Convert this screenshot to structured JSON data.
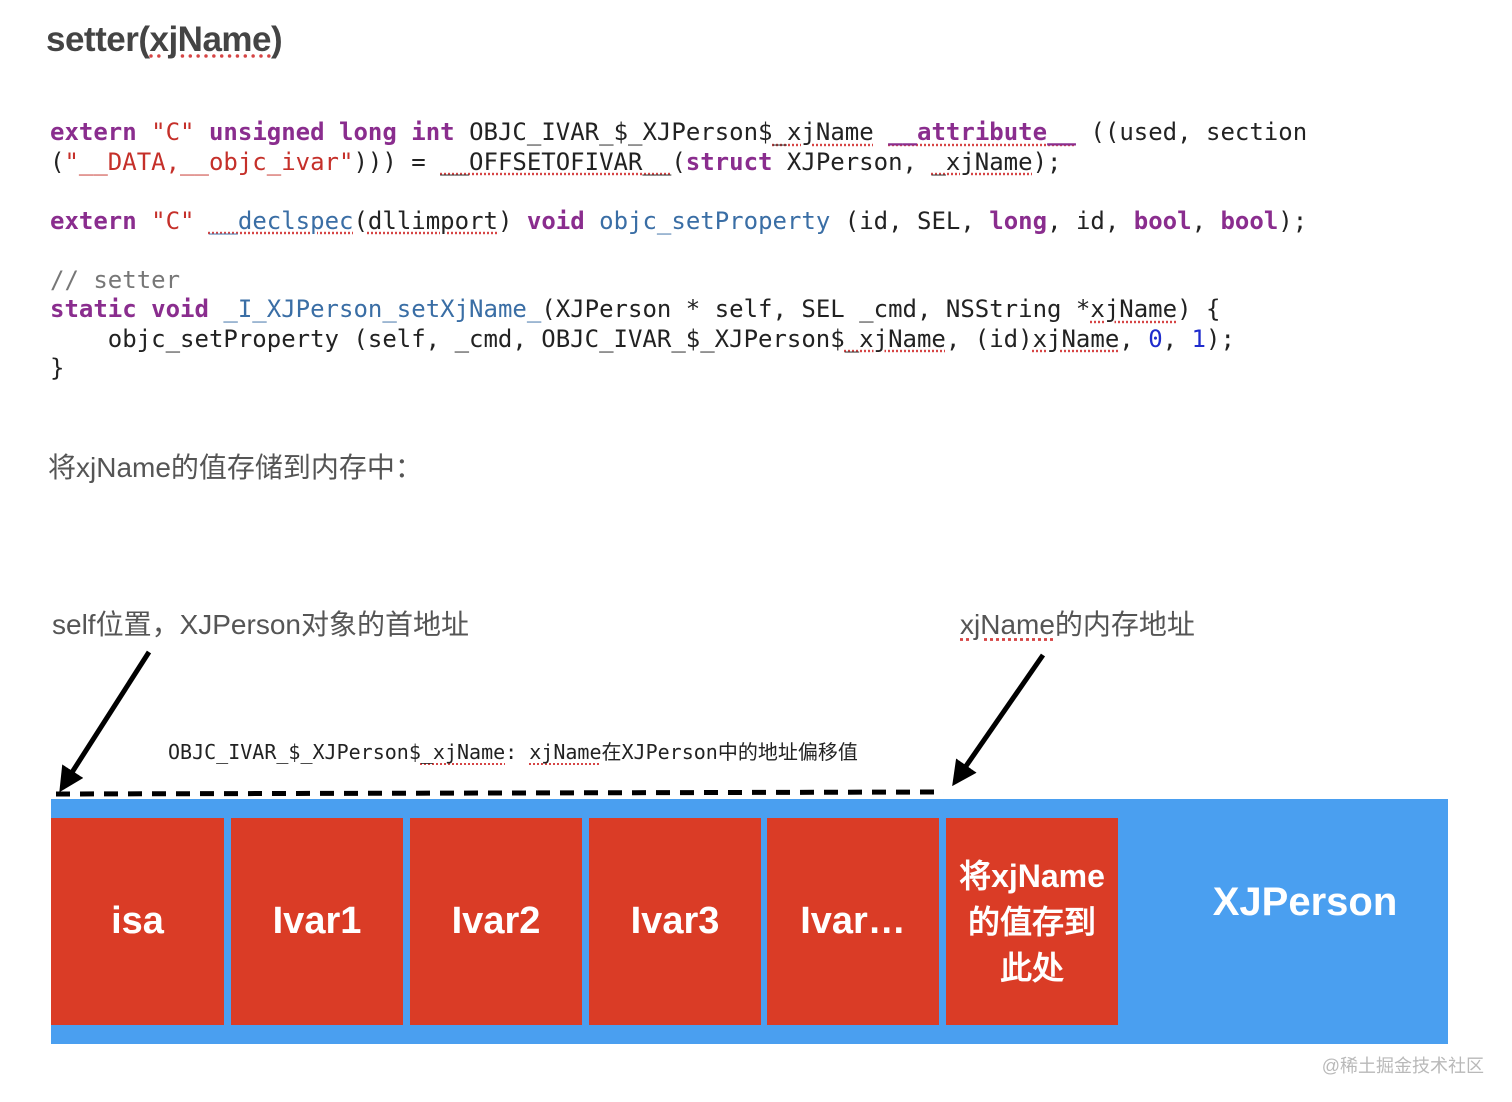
{
  "title": {
    "prefix": "setter(",
    "name": "xjName",
    "suffix": ")"
  },
  "code": {
    "l1": {
      "extern": "extern",
      "c": "\"C\"",
      "unsigned": "unsigned",
      "long": "long",
      "int": "int",
      "ivar": " OBJC_IVAR_$_XJPerson$",
      "ivarName": "_xjName",
      "attr": "__attribute__",
      "rest": " ((used, section"
    },
    "l2": {
      "open": "(",
      "str": "\"__DATA,__objc_ivar\"",
      "close": "))) = ",
      "macro": "__OFFSETOFIVAR__",
      "p": "(",
      "struct": "struct",
      "args": " XJPerson, ",
      "argName": "_xjName",
      "end": ");"
    },
    "l3": {
      "extern": "extern",
      "c": "\"C\"",
      "declspec": "__declspec",
      "p1": "(",
      "dll": "dllimport",
      "p2": ") ",
      "void": "void",
      "fn": "objc_setProperty",
      "a1": " (id, SEL, ",
      "long": "long",
      "a2": ", id, ",
      "bool1": "bool",
      "a3": ", ",
      "bool2": "bool",
      "end": ");"
    },
    "l4": "// setter",
    "l5": {
      "static": "static",
      "void": "void",
      "fn": "_I_XJPerson_setXjName_",
      "a1": "(XJPerson * self, SEL _cmd, NSString *",
      "argName": "xjName",
      "end": ") {"
    },
    "l6": {
      "call": "    objc_setProperty (self, _cmd, OBJC_IVAR_$_XJPerson$",
      "ivarName": "_xjName",
      "mid": ", (id)",
      "argName": "xjName",
      "sep1": ", ",
      "zero": "0",
      "sep2": ", ",
      "one": "1",
      "end": ");"
    },
    "l7": "}"
  },
  "note": "将xjName的值存储到内存中：",
  "labels": {
    "self_address": "self位置，XJPerson对象的首地址",
    "xjname_name": "xjName",
    "xjname_rest": "的内存地址",
    "offset_prefix": "OBJC_IVAR_$_XJPerson$",
    "offset_name": "_xjName",
    "offset_colon": ": ",
    "offset_var": "xjName",
    "offset_rest": "在XJPerson中的地址偏移值"
  },
  "cells": [
    "isa",
    "Ivar1",
    "Ivar2",
    "Ivar3",
    "Ivar…"
  ],
  "target_cell": [
    "将xjName",
    "的值存到",
    "此处"
  ],
  "object_name": "XJPerson",
  "watermark": "@稀土掘金技术社区",
  "colors": {
    "object": "#4a9ff0",
    "cell": "#da3c26",
    "keyword": "#8a2d8e",
    "string": "#c5302a",
    "function": "#3a6ea5",
    "number": "#1f2ccd"
  }
}
